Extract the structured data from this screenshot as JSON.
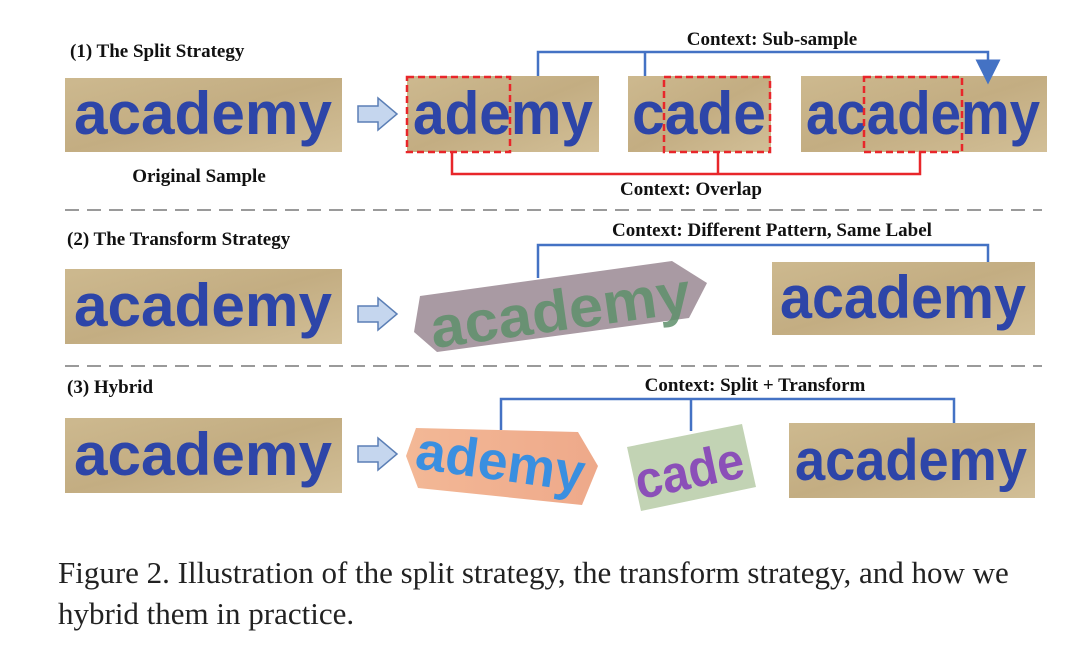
{
  "colors": {
    "word_blue": "#2d45a8",
    "plate_tan": "#c9b48a",
    "connector_blue": "#4472c4",
    "overlap_red": "#e8262a",
    "arrow_fill": "#c5d6ee",
    "arrow_stroke": "#5b7fb6",
    "divider": "#9a9a9a",
    "transform_plate": "#a99aa3",
    "transform_text": "#5e8f6b",
    "hybrid_plate_orange": "#f1b18f",
    "hybrid_text_light_blue": "#3a8fe0",
    "hybrid_plate_green": "#c2d3b4",
    "hybrid_text_purple": "#8b4fb8"
  },
  "section_split": {
    "heading": "(1) The Split Strategy",
    "original_word": "academy",
    "original_label": "Original Sample",
    "crop1_text": "ademy",
    "crop2_text": "cade",
    "crop3_prefix": "ac",
    "crop3_highlight": "ade",
    "crop3_suffix": "my",
    "context_top": "Context: Sub-sample",
    "context_bottom": "Context: Overlap"
  },
  "section_transform": {
    "heading": "(2) The Transform Strategy",
    "original_word": "academy",
    "transformed_word": "academy",
    "target_word": "academy",
    "context": "Context: Different Pattern, Same Label"
  },
  "section_hybrid": {
    "heading": "(3) Hybrid",
    "original_word": "academy",
    "crop1_text": "ademy",
    "crop2_text": "cade",
    "target_word": "academy",
    "context": "Context: Split + Transform"
  },
  "caption": "Figure 2. Illustration of the split strategy, the transform strategy, and how we hybrid them in practice."
}
